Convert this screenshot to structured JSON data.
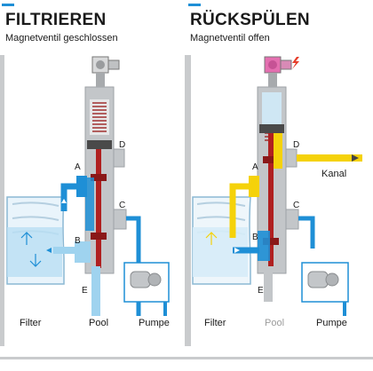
{
  "left": {
    "title": "FILTRIEREN",
    "subtitle": "Magnetventil geschlossen",
    "label_a": "A",
    "label_b": "B",
    "label_c": "C",
    "label_d": "D",
    "label_e": "E",
    "filter": "Filter",
    "pool": "Pool",
    "pumpe": "Pumpe"
  },
  "right": {
    "title": "RÜCKSPÜLEN",
    "subtitle": "Magnetventil offen",
    "label_a": "A",
    "label_b": "B",
    "label_c": "C",
    "label_d": "D",
    "label_e": "E",
    "kanal": "Kanal",
    "filter": "Filter",
    "pool": "Pool",
    "pumpe": "Pumpe"
  },
  "colors": {
    "water_blue": "#1e8fd6",
    "light_blue": "#9fd3ef",
    "backwash_yellow": "#f5d20a",
    "piston_red": "#b02020",
    "housing_gray": "#b9bcbf",
    "solenoid_active": "#e46fb0"
  },
  "icons": [
    "solenoid-valve-icon",
    "lightning-icon",
    "pump-icon",
    "flow-arrow-icon"
  ]
}
